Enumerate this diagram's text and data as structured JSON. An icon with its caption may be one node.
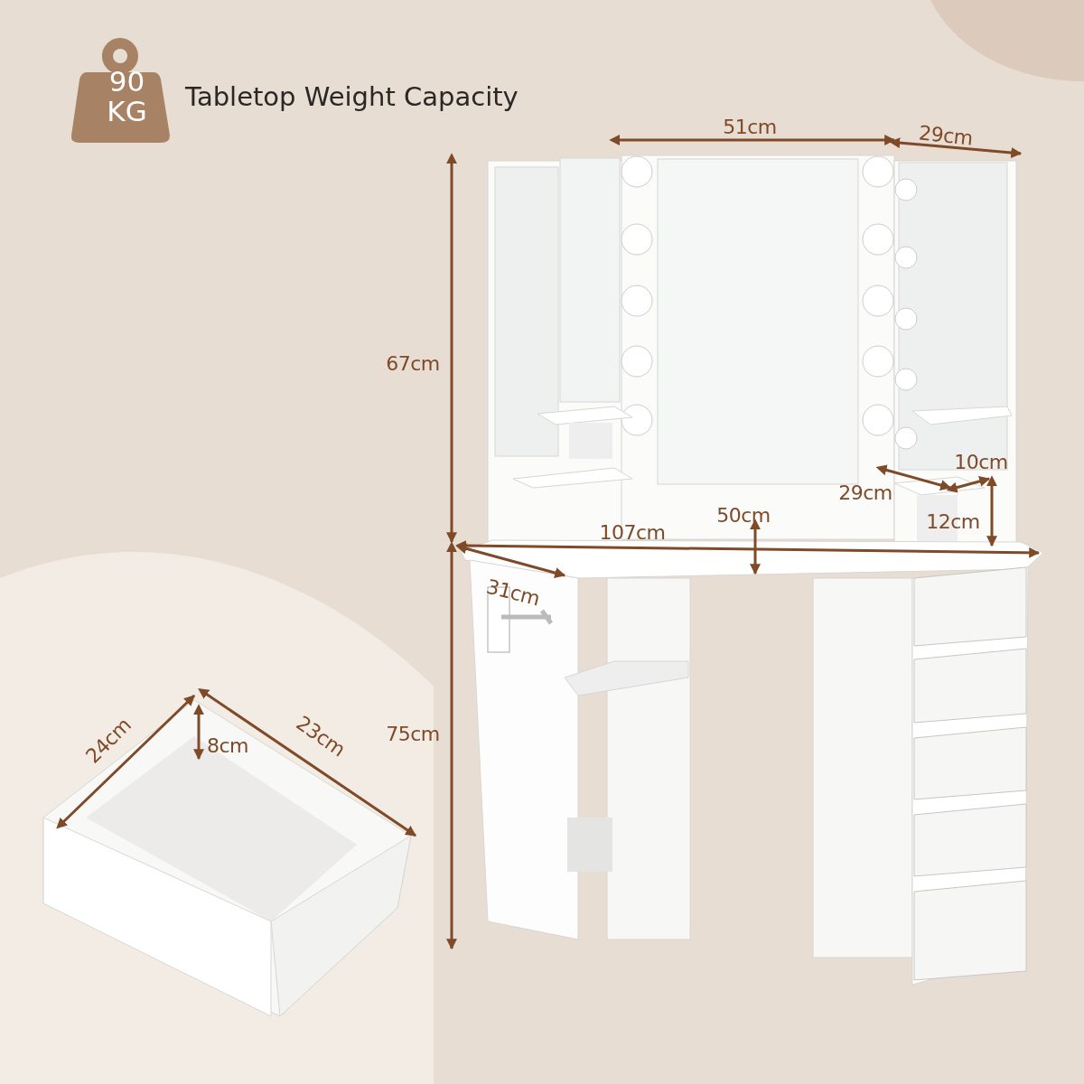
{
  "diagram": {
    "nodes": [
      {
        "text": [
          "90 KG"
        ],
        "beside": [
          "Tabletop Weight Capacity"
        ]
      }
    ],
    "labels": [
      "51cm",
      "29cm",
      "67cm",
      "10cm",
      "29cm",
      "12cm",
      "50cm",
      "107cm",
      "31cm",
      "24cm",
      "8cm",
      "23cm",
      "75cm"
    ]
  }
}
